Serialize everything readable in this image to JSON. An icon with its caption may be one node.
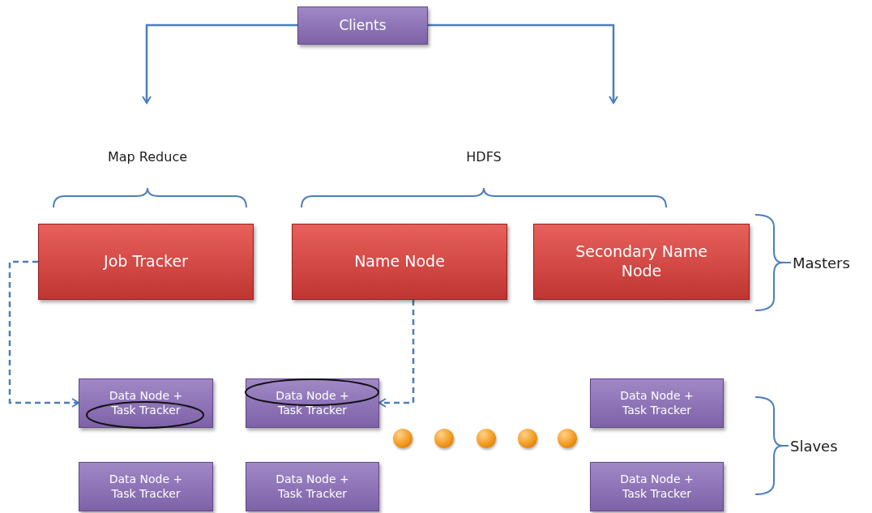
{
  "diagram": {
    "nodes": [
      {
        "text": [
          "Clients"
        ]
      },
      {
        "text": [
          "Job Tracker"
        ]
      },
      {
        "text": [
          "Name Node"
        ]
      },
      {
        "text": [
          "Secondary Name Node"
        ]
      },
      {
        "text": [
          "Data Node + Task Tracker"
        ]
      },
      {
        "text": [
          "Data Node + Task Tracker"
        ]
      },
      {
        "text": [
          "Data Node + Task Tracker"
        ]
      },
      {
        "text": [
          "Data Node + Task Tracker"
        ]
      },
      {
        "text": [
          "Data Node + Task Tracker"
        ]
      },
      {
        "text": [
          "Data Node + Task Tracker"
        ]
      },
      {
        "text": [],
        "shape": "circle"
      },
      {
        "text": [],
        "shape": "circle"
      },
      {
        "text": [],
        "shape": "circle"
      },
      {
        "text": [],
        "shape": "circle"
      },
      {
        "text": [],
        "shape": "circle"
      }
    ],
    "edges": [
      {
        "from": 0,
        "to": null,
        "arrow": "to"
      },
      {
        "from": 0,
        "to": null,
        "arrow": "to"
      },
      {
        "from": 1,
        "to": 4,
        "arrow": "to",
        "style": "dashed"
      },
      {
        "from": 2,
        "to": 5,
        "arrow": "to",
        "style": "dashed"
      }
    ],
    "labels": [
      "Map Reduce",
      "HDFS",
      "Masters",
      "Slaves"
    ]
  }
}
